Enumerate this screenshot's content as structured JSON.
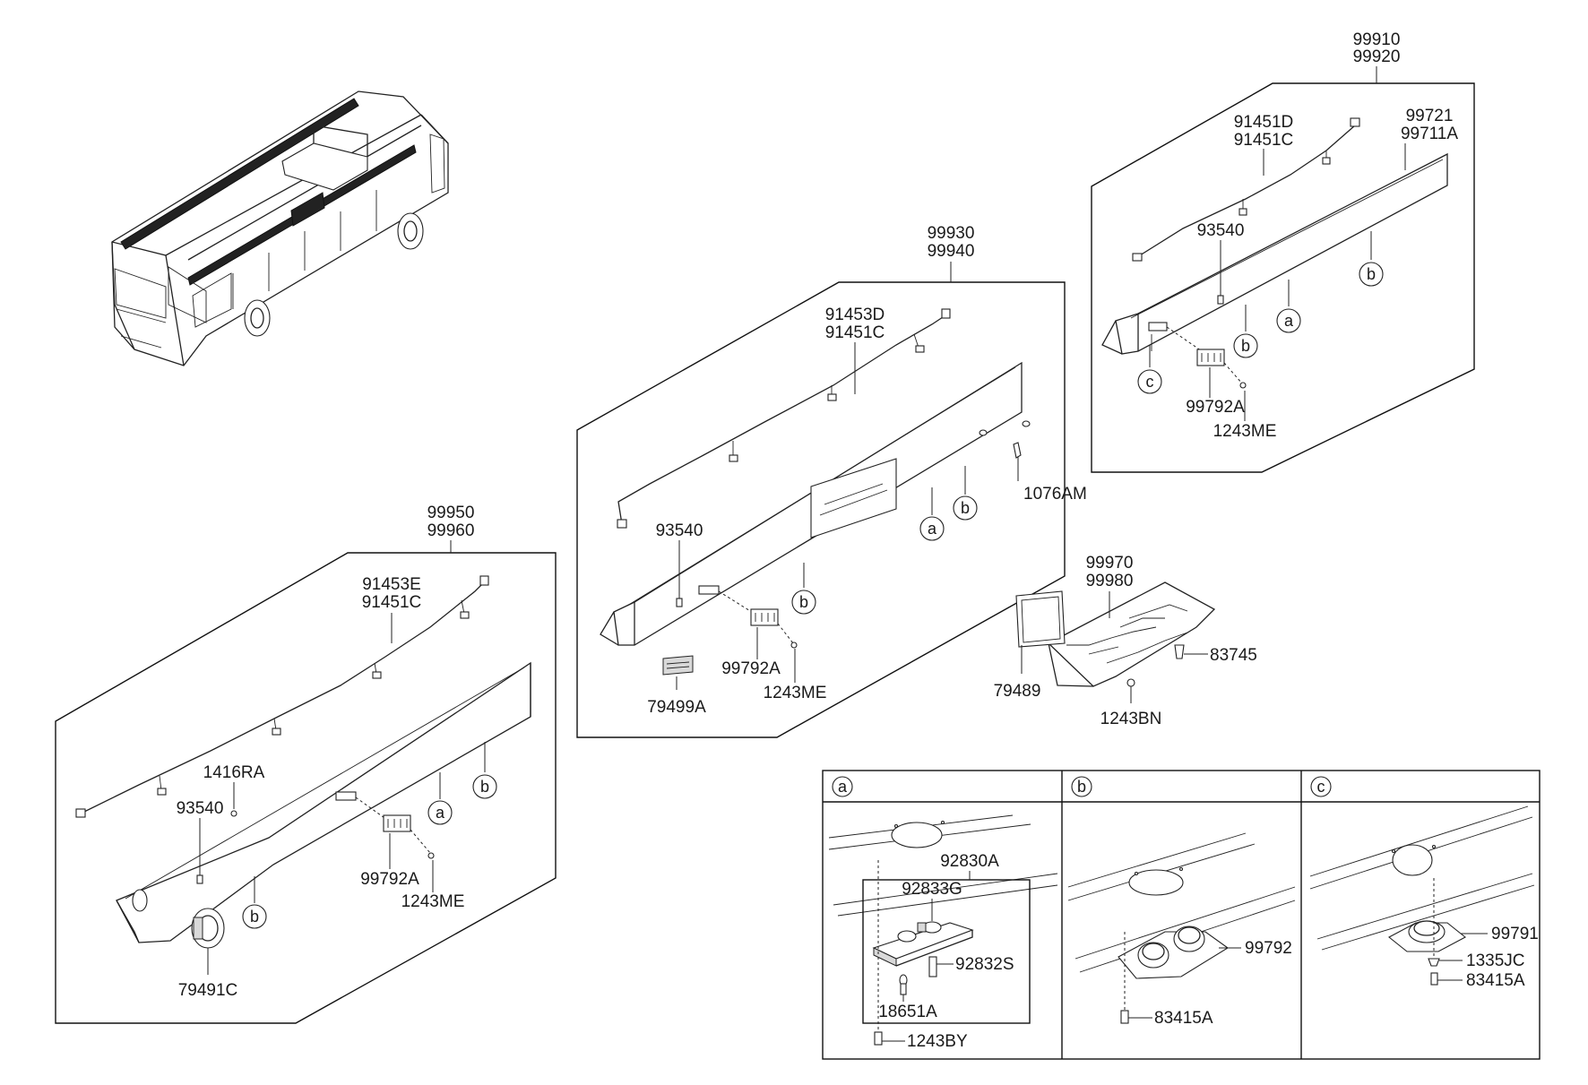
{
  "parts": {
    "99910": "99910",
    "99920": "99920",
    "91451D": "91451D",
    "91451C_tr": "91451C",
    "99721": "99721",
    "99711A": "99711A",
    "93540_tr": "93540",
    "99792A_tr": "99792A",
    "1243ME_tr": "1243ME",
    "99930": "99930",
    "99940": "99940",
    "91453D": "91453D",
    "91451C_m": "91451C",
    "1076AM": "1076AM",
    "93540_m": "93540",
    "99792A_m": "99792A",
    "1243ME_m": "1243ME",
    "79499A": "79499A",
    "99970": "99970",
    "99980": "99980",
    "83745": "83745",
    "79489": "79489",
    "1243BN": "1243BN",
    "99950": "99950",
    "99960": "99960",
    "91453E": "91453E",
    "91451C_l": "91451C",
    "1416RA": "1416RA",
    "93540_l": "93540",
    "99792A_l": "99792A",
    "1243ME_l": "1243ME",
    "79491C": "79491C",
    "92830A": "92830A",
    "92833G": "92833G",
    "92832S": "92832S",
    "18651A": "18651A",
    "1243BY": "1243BY",
    "99792": "99792",
    "83415A_b": "83415A",
    "99791": "99791",
    "1335JC": "1335JC",
    "83415A_c": "83415A"
  },
  "callouts": {
    "a": "a",
    "b": "b",
    "c": "c"
  }
}
